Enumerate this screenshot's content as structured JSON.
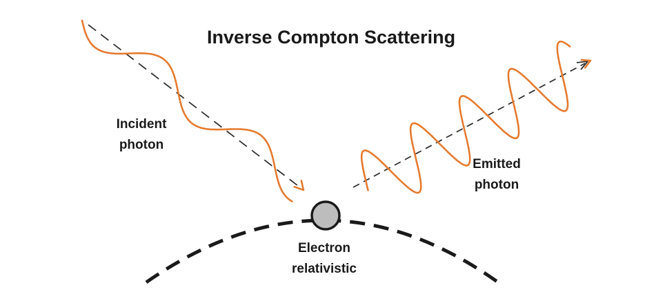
{
  "title": "Inverse Compton Scattering",
  "labels": {
    "incident_line1": "Incident",
    "incident_line2": "photon",
    "emitted_line1": "Emitted",
    "emitted_line2": "photon",
    "electron_line1": "Electron",
    "electron_line2": "relativistic"
  },
  "colors": {
    "photon_wave": "#e57a30",
    "dashed_line": "#333333",
    "electron_fill": "#bdbdbd",
    "electron_stroke": "#1a1a1a",
    "trajectory": "#1a1a1a"
  }
}
